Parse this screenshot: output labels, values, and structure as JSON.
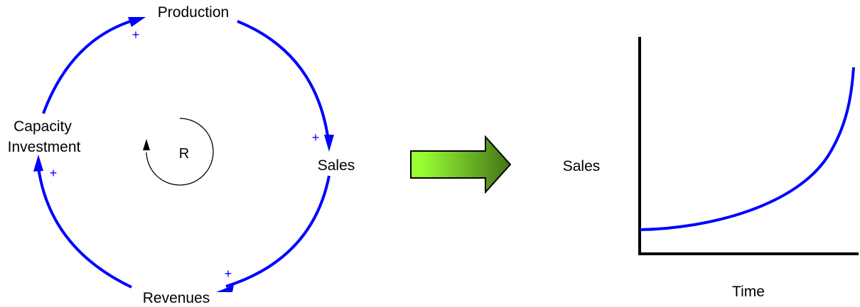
{
  "loop": {
    "nodes": {
      "production": "Production",
      "sales": "Sales",
      "revenues": "Revenues",
      "capacity_line1": "Capacity",
      "capacity_line2": "Investment"
    },
    "polarity": "+",
    "loop_label": "R"
  },
  "graph": {
    "ylabel": "Sales",
    "xlabel": "Time"
  },
  "colors": {
    "link": "#0000ff",
    "arrow_light": "#99ff33",
    "arrow_dark": "#4a7a1a",
    "curve": "#0000ff"
  }
}
